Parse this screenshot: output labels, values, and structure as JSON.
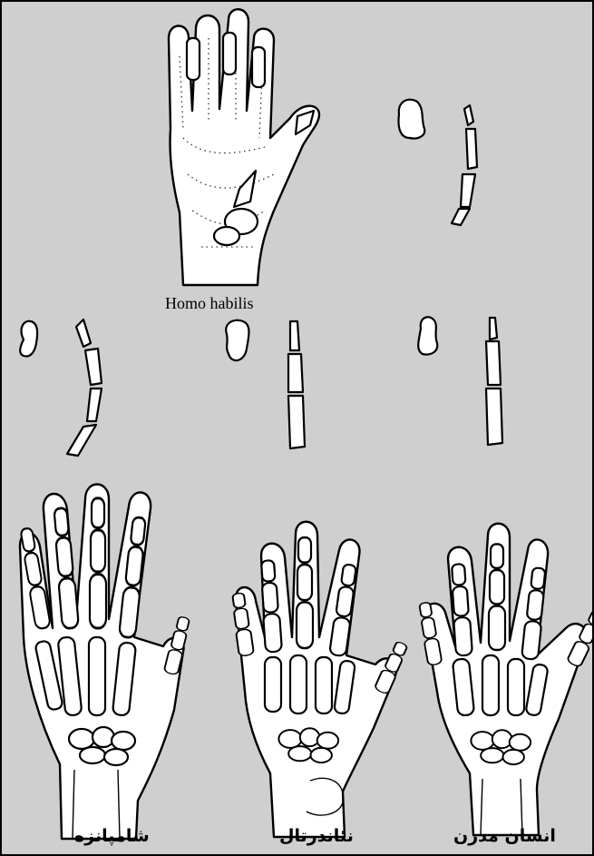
{
  "labels": {
    "homo_habilis": "Homo habilis",
    "chimpanzee": "شامپانزه",
    "neanderthal": "نئاندرتال",
    "modern_human": "انسان مدرن"
  },
  "colors": {
    "background": "#cfcfcf",
    "line": "#000000",
    "fill": "#ffffff"
  }
}
